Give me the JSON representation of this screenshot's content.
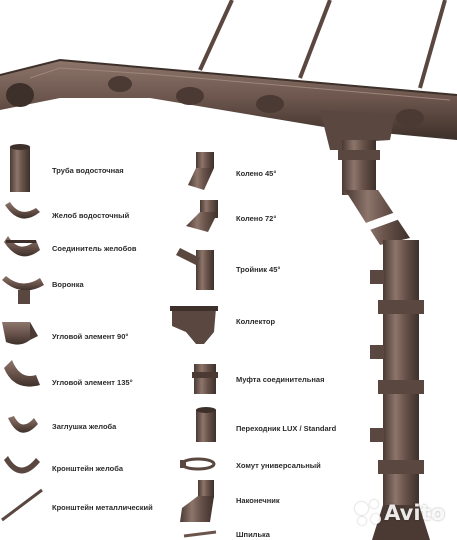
{
  "left_items": [
    {
      "id": "pipe",
      "label": "Труба водосточная"
    },
    {
      "id": "gutter",
      "label": "Желоб водосточный"
    },
    {
      "id": "connector",
      "label": "Соединитель желобов"
    },
    {
      "id": "funnel",
      "label": "Воронка"
    },
    {
      "id": "corner90",
      "label": "Угловой элемент 90°"
    },
    {
      "id": "corner135",
      "label": "Угловой элемент 135°"
    },
    {
      "id": "endcap",
      "label": "Заглушка желоба"
    },
    {
      "id": "bracket",
      "label": "Кронштейн желоба"
    },
    {
      "id": "metal-bracket",
      "label": "Кронштейн металлический"
    }
  ],
  "right_items": [
    {
      "id": "elbow45",
      "label": "Колено 45°"
    },
    {
      "id": "elbow72",
      "label": "Колено 72°"
    },
    {
      "id": "tee45",
      "label": "Тройник 45°"
    },
    {
      "id": "collector",
      "label": "Коллектор"
    },
    {
      "id": "coupling",
      "label": "Муфта соединительная"
    },
    {
      "id": "adapter",
      "label": "Переходник LUX / Standard"
    },
    {
      "id": "clamp",
      "label": "Хомут универсальный"
    },
    {
      "id": "outlet",
      "label": "Наконечник"
    },
    {
      "id": "stud",
      "label": "Шпилька"
    }
  ],
  "watermark": "Avito",
  "colors": {
    "product": "#6a544b",
    "product_light": "#8d756b",
    "product_dark": "#4a3a33",
    "label": "#2b2b2b"
  }
}
